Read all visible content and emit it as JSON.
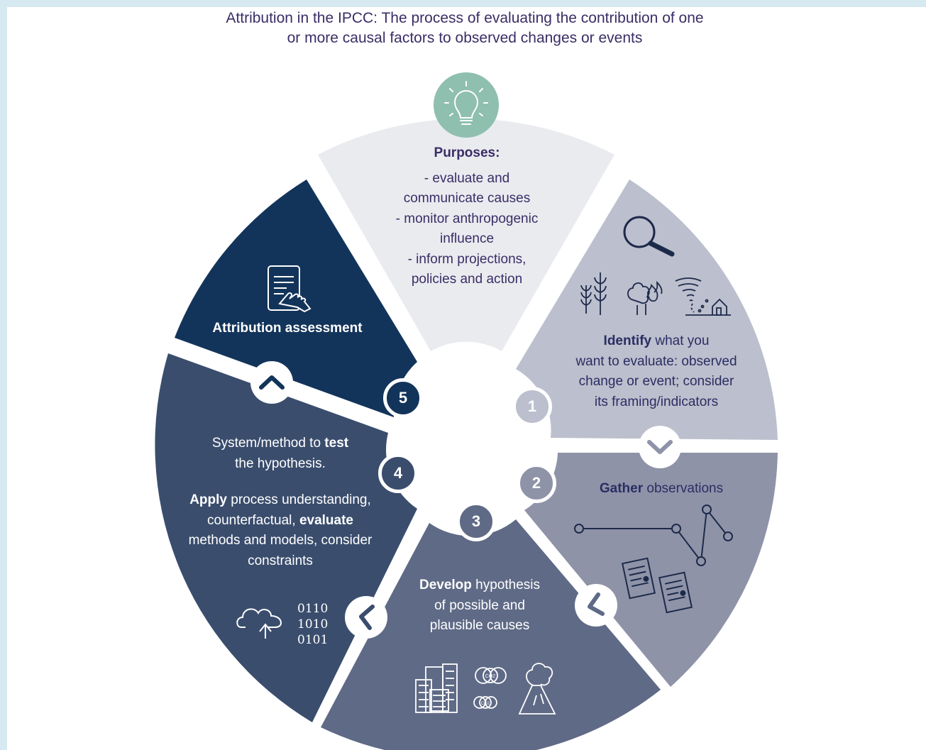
{
  "title": {
    "line1": "Attribution in the IPCC: The process of evaluating the contribution of one",
    "line2": "or more causal factors to observed changes or events"
  },
  "colors": {
    "purposes": "#e9ebef",
    "identify": "#bcbfcd",
    "gather": "#8f93a8",
    "develop": "#5f6a86",
    "apply": "#3a4d6d",
    "assessment": "#13345a",
    "bulb": "#8fbfae",
    "title_text": "#3b2d66"
  },
  "purposes": {
    "heading": "Purposes:",
    "lines": [
      "- evaluate and",
      "communicate causes",
      "- monitor anthropogenic",
      "influence",
      "- inform projections,",
      "policies and action"
    ]
  },
  "step1": {
    "number": "1",
    "bold": "Identify",
    "rest": " what you",
    "lines": [
      "want to evaluate: observed",
      "change or event; consider",
      "its framing/indicators"
    ]
  },
  "step2": {
    "number": "2",
    "bold": "Gather",
    "rest": " observations"
  },
  "step3": {
    "number": "3",
    "bold": "Develop",
    "rest": " hypothesis",
    "lines": [
      "of possible and",
      "plausible causes"
    ],
    "co2_label": "CO2"
  },
  "step4": {
    "number": "4",
    "line1": "System/method to ",
    "line1_bold": "test",
    "line2": "the hypothesis.",
    "line3_bold": "Apply",
    "line3": " process understanding,",
    "line4": "counterfactual, ",
    "line4_bold": "evaluate",
    "line5": "methods and models, consider",
    "line6": "constraints",
    "binary": [
      "0110",
      "1010",
      "0101"
    ]
  },
  "step5": {
    "number": "5",
    "label": "Attribution assessment"
  },
  "icons": {
    "bulb": "lightbulb-icon",
    "magnifier": "magnifier-icon",
    "crops": "crops-icon",
    "wildfire": "wildfire-icon",
    "tornado": "tornado-icon",
    "line_chart": "line-chart-icon",
    "documents": "documents-icon",
    "city": "city-icon",
    "co2": "co2-molecules-icon",
    "volcano": "volcano-icon",
    "tablet": "tablet-touch-icon",
    "cloud": "cloud-upload-icon",
    "chevron": "chevron-icon"
  }
}
